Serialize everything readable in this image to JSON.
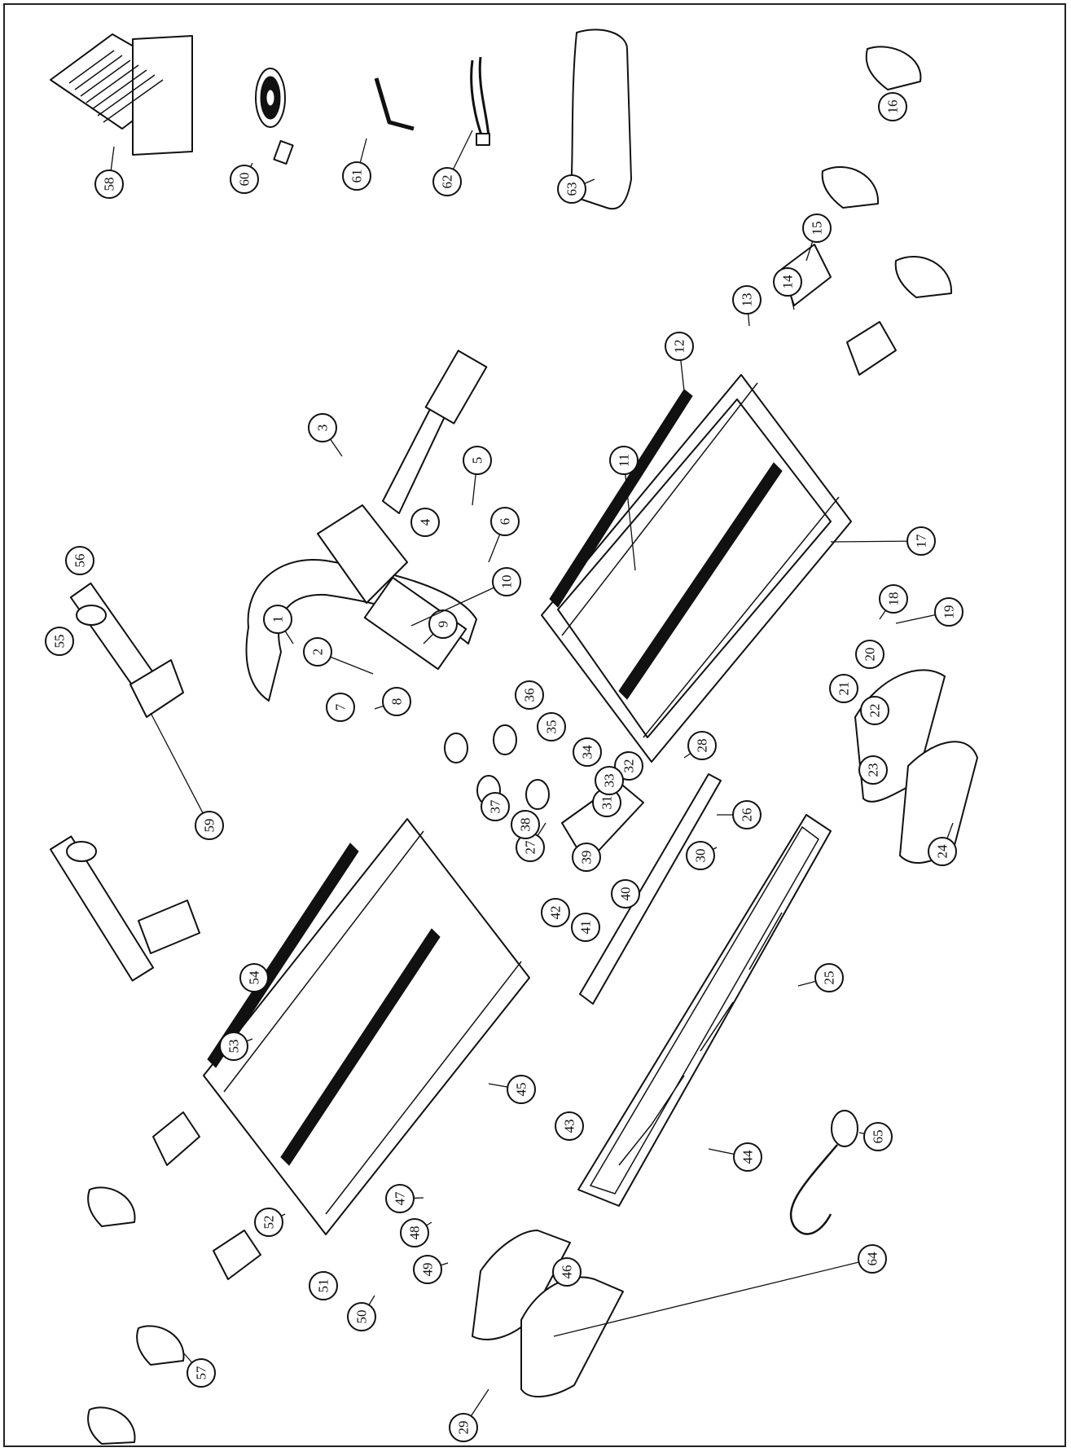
{
  "diagram": {
    "callouts": [
      {
        "id": "1",
        "label": "1"
      },
      {
        "id": "2",
        "label": "2"
      },
      {
        "id": "3",
        "label": "3"
      },
      {
        "id": "4",
        "label": "4"
      },
      {
        "id": "5",
        "label": "5"
      },
      {
        "id": "6",
        "label": "6"
      },
      {
        "id": "7",
        "label": "7"
      },
      {
        "id": "8",
        "label": "8"
      },
      {
        "id": "9",
        "label": "9"
      },
      {
        "id": "10",
        "label": "10"
      },
      {
        "id": "11",
        "label": "11"
      },
      {
        "id": "12",
        "label": "12"
      },
      {
        "id": "13",
        "label": "13"
      },
      {
        "id": "14",
        "label": "14"
      },
      {
        "id": "15",
        "label": "15"
      },
      {
        "id": "16",
        "label": "16"
      },
      {
        "id": "17",
        "label": "17"
      },
      {
        "id": "18",
        "label": "18"
      },
      {
        "id": "19",
        "label": "19"
      },
      {
        "id": "20",
        "label": "20"
      },
      {
        "id": "21",
        "label": "21"
      },
      {
        "id": "22",
        "label": "22"
      },
      {
        "id": "23",
        "label": "23"
      },
      {
        "id": "24",
        "label": "24"
      },
      {
        "id": "25",
        "label": "25"
      },
      {
        "id": "26",
        "label": "26"
      },
      {
        "id": "27",
        "label": "27"
      },
      {
        "id": "28",
        "label": "28"
      },
      {
        "id": "29",
        "label": "29"
      },
      {
        "id": "30",
        "label": "30"
      },
      {
        "id": "31",
        "label": "31"
      },
      {
        "id": "32",
        "label": "32"
      },
      {
        "id": "33",
        "label": "33"
      },
      {
        "id": "34",
        "label": "34"
      },
      {
        "id": "35",
        "label": "35"
      },
      {
        "id": "36",
        "label": "36"
      },
      {
        "id": "37",
        "label": "37"
      },
      {
        "id": "38",
        "label": "38"
      },
      {
        "id": "39",
        "label": "39"
      },
      {
        "id": "40",
        "label": "40"
      },
      {
        "id": "41",
        "label": "41"
      },
      {
        "id": "42",
        "label": "42"
      },
      {
        "id": "43",
        "label": "43"
      },
      {
        "id": "44",
        "label": "44"
      },
      {
        "id": "45",
        "label": "45"
      },
      {
        "id": "46",
        "label": "46"
      },
      {
        "id": "47",
        "label": "47"
      },
      {
        "id": "48",
        "label": "48"
      },
      {
        "id": "49",
        "label": "49"
      },
      {
        "id": "50",
        "label": "50"
      },
      {
        "id": "51",
        "label": "51"
      },
      {
        "id": "52",
        "label": "52"
      },
      {
        "id": "53",
        "label": "53"
      },
      {
        "id": "54",
        "label": "54"
      },
      {
        "id": "55",
        "label": "55"
      },
      {
        "id": "56",
        "label": "56"
      },
      {
        "id": "57",
        "label": "57"
      },
      {
        "id": "58",
        "label": "58"
      },
      {
        "id": "59",
        "label": "59"
      },
      {
        "id": "60",
        "label": "60"
      },
      {
        "id": "61",
        "label": "61"
      },
      {
        "id": "62",
        "label": "62"
      },
      {
        "id": "63",
        "label": "63"
      },
      {
        "id": "64",
        "label": "64"
      },
      {
        "id": "65",
        "label": "65"
      }
    ]
  }
}
